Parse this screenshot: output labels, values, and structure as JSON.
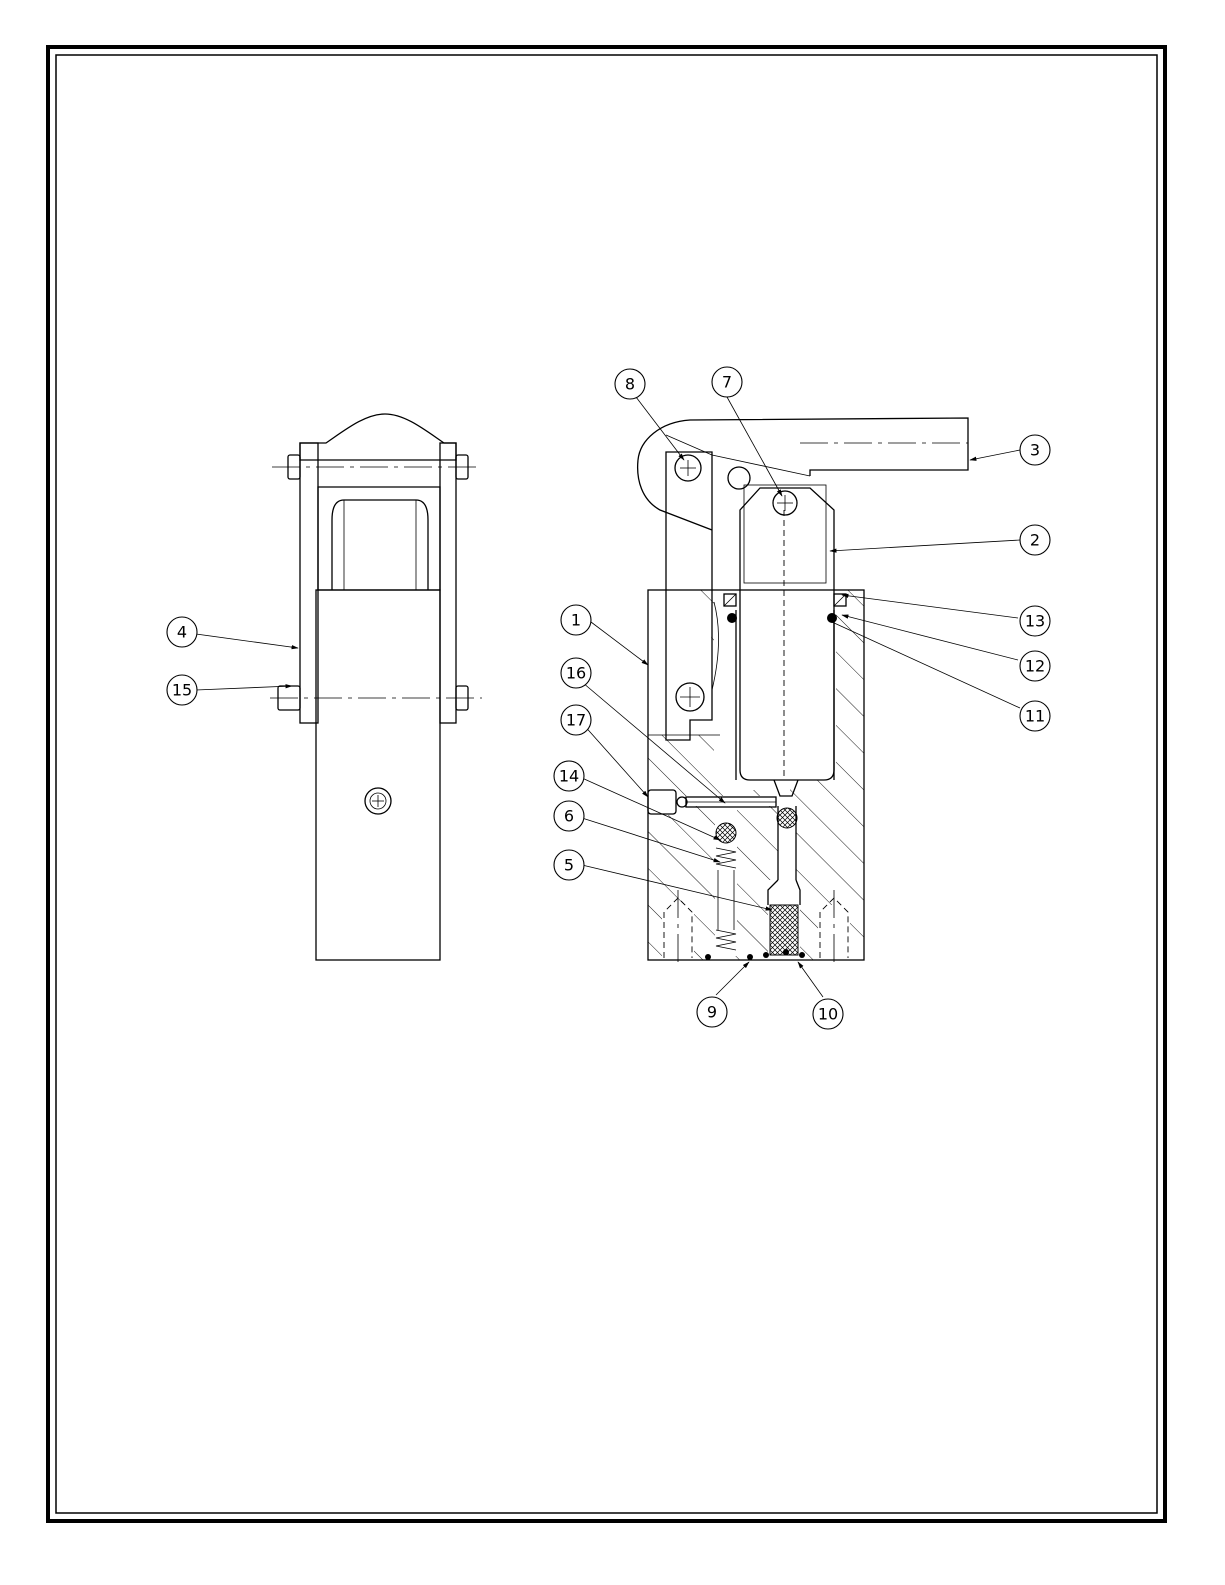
{
  "drawing": {
    "callouts": [
      {
        "id": "1",
        "label": "1"
      },
      {
        "id": "2",
        "label": "2"
      },
      {
        "id": "3",
        "label": "3"
      },
      {
        "id": "4",
        "label": "4"
      },
      {
        "id": "5",
        "label": "5"
      },
      {
        "id": "6",
        "label": "6"
      },
      {
        "id": "7",
        "label": "7"
      },
      {
        "id": "8",
        "label": "8"
      },
      {
        "id": "9",
        "label": "9"
      },
      {
        "id": "10",
        "label": "10"
      },
      {
        "id": "11",
        "label": "11"
      },
      {
        "id": "12",
        "label": "12"
      },
      {
        "id": "13",
        "label": "13"
      },
      {
        "id": "14",
        "label": "14"
      },
      {
        "id": "15",
        "label": "15"
      },
      {
        "id": "16",
        "label": "16"
      },
      {
        "id": "17",
        "label": "17"
      }
    ]
  }
}
